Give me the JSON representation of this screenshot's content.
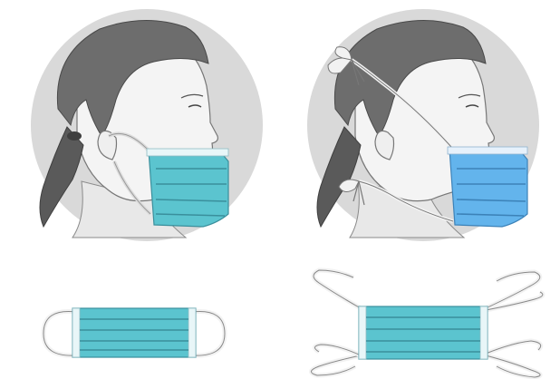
{
  "illustration": {
    "panels": [
      {
        "icon": "ear-loop-mask-wearer-icon",
        "kind": "ear-loop"
      },
      {
        "icon": "tie-on-mask-wearer-icon",
        "kind": "tie-on"
      }
    ],
    "items": [
      {
        "icon": "ear-loop-mask-icon",
        "kind": "ear-loop"
      },
      {
        "icon": "tie-on-mask-icon",
        "kind": "tie-on"
      }
    ]
  },
  "colors": {
    "background": "#ffffff",
    "circle": "#d9d9d9",
    "skin": "#f4f4f4",
    "hair": "#6d6d6d",
    "hair_dark": "#4a4a4a",
    "outline": "#666666",
    "mask_teal": "#5bc4cf",
    "mask_blue": "#63b4ec",
    "mask_pleat": "#3a8f9c",
    "strap": "#f2f2f2"
  }
}
